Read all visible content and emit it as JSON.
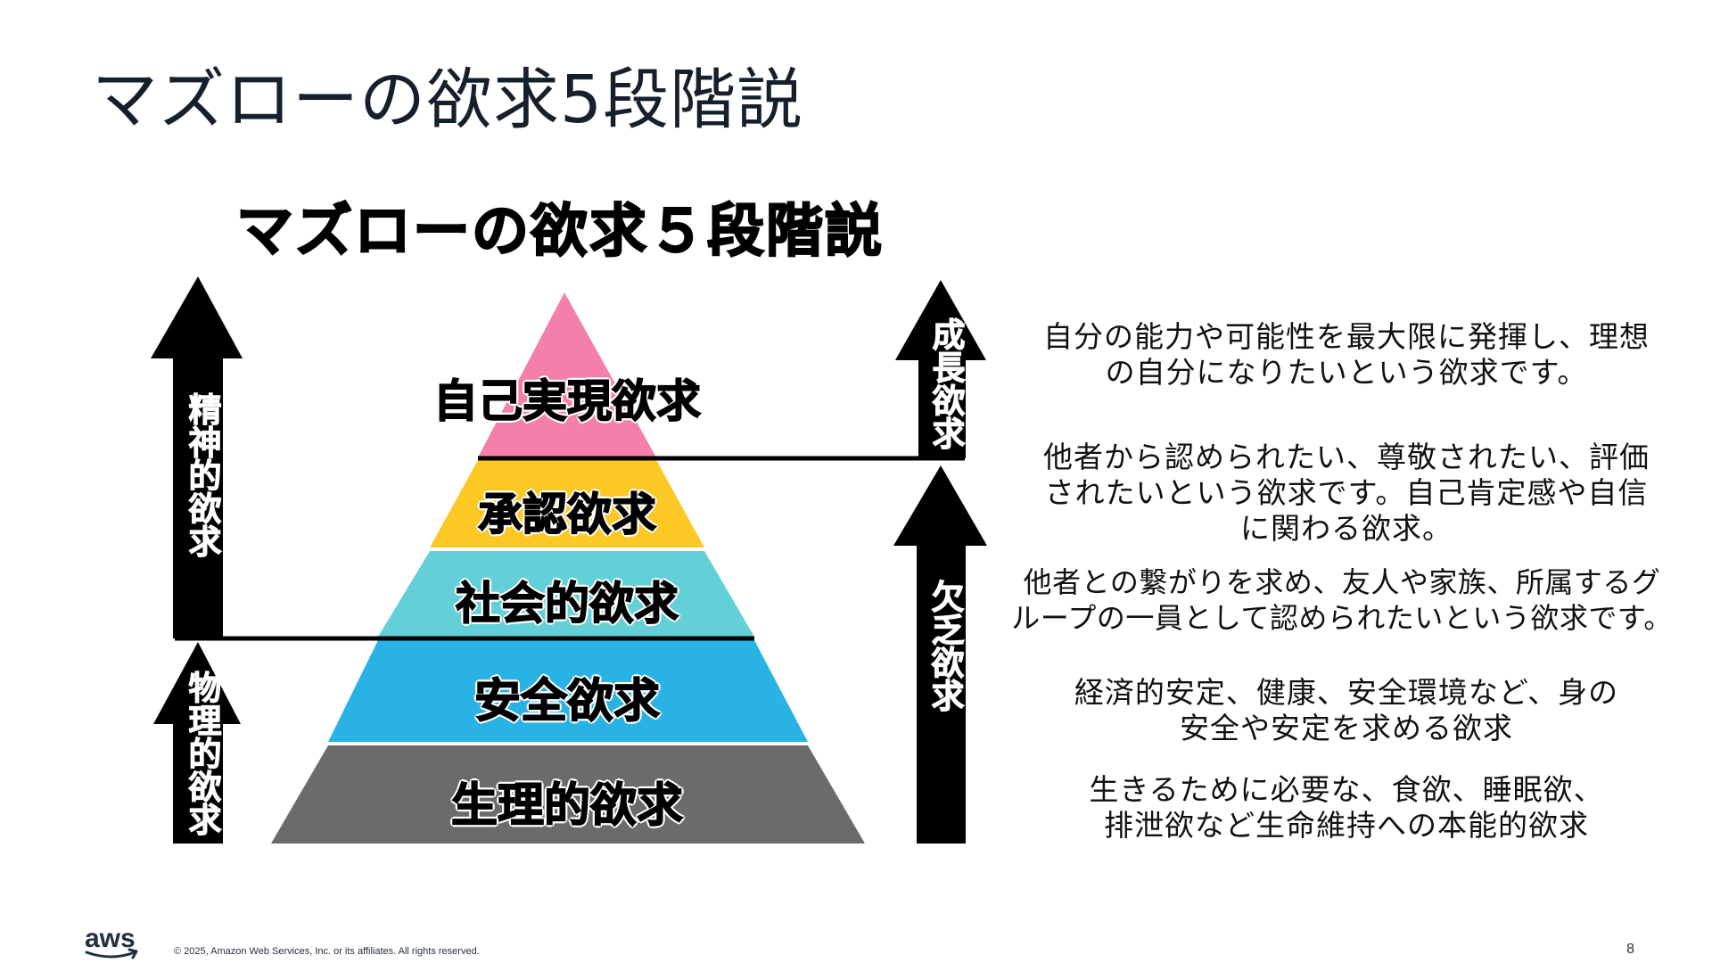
{
  "slide": {
    "title": "マズローの欲求5段階説",
    "page_number": "8",
    "copyright": "© 2025, Amazon Web Services, Inc. or its affiliates. All rights reserved.",
    "logo_text": "aws"
  },
  "diagram": {
    "title": "マズローの欲求５段階説",
    "layers": [
      {
        "label": "自己実現欲求",
        "color": "#f47fab"
      },
      {
        "label": "承認欲求",
        "color": "#fcc824"
      },
      {
        "label": "社会的欲求",
        "color": "#63d0d8"
      },
      {
        "label": "安全欲求",
        "color": "#29b3e4"
      },
      {
        "label": "生理的欲求",
        "color": "#6b6b6b"
      }
    ],
    "left_arrows": [
      {
        "label": "精神的欲求"
      },
      {
        "label": "物理的欲求"
      }
    ],
    "right_arrows": [
      {
        "label": "成長欲求"
      },
      {
        "label": "欠乏欲求"
      }
    ],
    "descriptions": [
      {
        "lines": [
          "自分の能力や可能性を最大限に発揮し、理想",
          "の自分になりたいという欲求です。"
        ]
      },
      {
        "lines": [
          "他者から認められたい、尊敬されたい、評価",
          "されたいという欲求です。自己肯定感や自信",
          "に関わる欲求。"
        ]
      },
      {
        "lines": [
          "他者との繋がりを求め、友人や家族、所属するグ",
          "ループの一員として認められたいという欲求です。"
        ]
      },
      {
        "lines": [
          "経済的安定、健康、安全環境など、身の",
          "安全や安定を求める欲求"
        ]
      },
      {
        "lines": [
          "生きるために必要な、食欲、睡眠欲、",
          "排泄欲など生命維持への本能的欲求"
        ]
      }
    ],
    "arrow_color": "#000000",
    "divider_color": "#000000"
  }
}
